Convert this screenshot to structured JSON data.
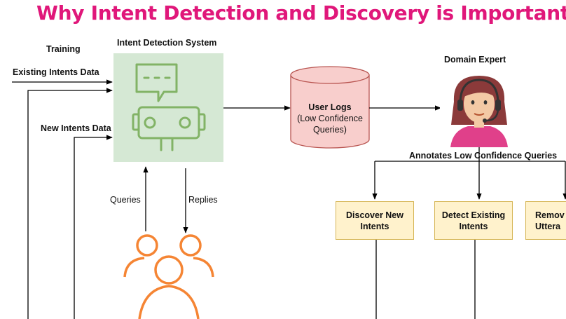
{
  "title": "Why Intent Detection and Discovery is  Important",
  "labels": {
    "training": "Training",
    "existing_intents_data": "Existing Intents Data",
    "new_intents_data": "New Intents Data",
    "intent_detection_system": "Intent Detection System",
    "queries": "Queries",
    "replies": "Replies",
    "domain_expert": "Domain Expert",
    "annotates": "Annotates Low Confidence Queries"
  },
  "user_logs": {
    "title": "User Logs",
    "line1": "(Low Confidence",
    "line2": "Queries)"
  },
  "boxes": {
    "discover": {
      "line1": "Discover New",
      "line2": "Intents"
    },
    "detect": {
      "line1": "Detect Existing",
      "line2": "Intents"
    },
    "remove": {
      "line1": "Remov",
      "line2": "Uttera"
    }
  },
  "colors": {
    "title": "#e0177a",
    "robot_panel": "#d5e8d4",
    "robot_stroke": "#82b366",
    "cylinder_fill": "#f8cecc",
    "cylinder_stroke": "#b85450",
    "box_fill": "#fff2cc",
    "box_stroke": "#d6b656",
    "users_icon": "#f58534",
    "expert_hair": "#8b3a3a",
    "expert_shirt": "#e0408a"
  },
  "icons": [
    "robot-chat-icon",
    "users-group-icon",
    "support-agent-avatar-icon"
  ]
}
